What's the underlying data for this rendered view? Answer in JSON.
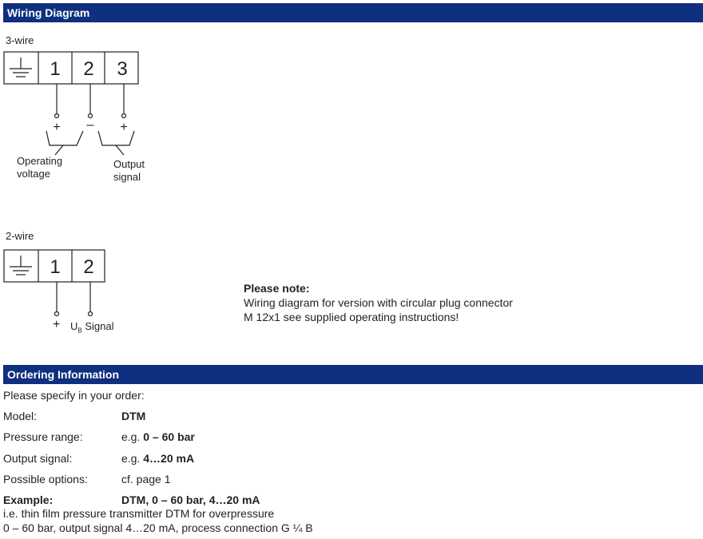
{
  "wiring": {
    "heading": "Wiring Diagram",
    "three_wire": {
      "label": "3-wire",
      "terminals": [
        "1",
        "2",
        "3"
      ],
      "polarity": [
        "+",
        "–",
        "+"
      ],
      "group_left": [
        "Operating",
        "voltage"
      ],
      "group_right": [
        "Output",
        "signal"
      ]
    },
    "two_wire": {
      "label": "2-wire",
      "terminals": [
        "1",
        "2"
      ],
      "plus": "+",
      "ub_main": "U",
      "ub_sub": "B",
      "signal": "Signal"
    },
    "note": {
      "title": "Please note:",
      "line1": "Wiring diagram for version with circular plug connector",
      "line2": "M 12x1 see supplied operating instructions!"
    }
  },
  "ordering": {
    "heading": "Ordering Information",
    "intro": "Please specify in your order:",
    "rows": [
      {
        "key": "Model:",
        "prefix": "",
        "value": "DTM"
      },
      {
        "key": "Pressure range:",
        "prefix": "e.g. ",
        "value": "0 – 60 bar"
      },
      {
        "key": "Output signal:",
        "prefix": "e.g. ",
        "value": "4…20 mA"
      },
      {
        "key": "Possible options:",
        "prefix": "cf. page 1",
        "value": ""
      }
    ],
    "example": {
      "key": "Example:",
      "value": "DTM, 0 – 60 bar, 4…20 mA",
      "line1": "i.e. thin film pressure transmitter DTM for overpressure",
      "line2": "0 – 60 bar, output signal 4…20 mA, process connection G ¼ B"
    }
  }
}
